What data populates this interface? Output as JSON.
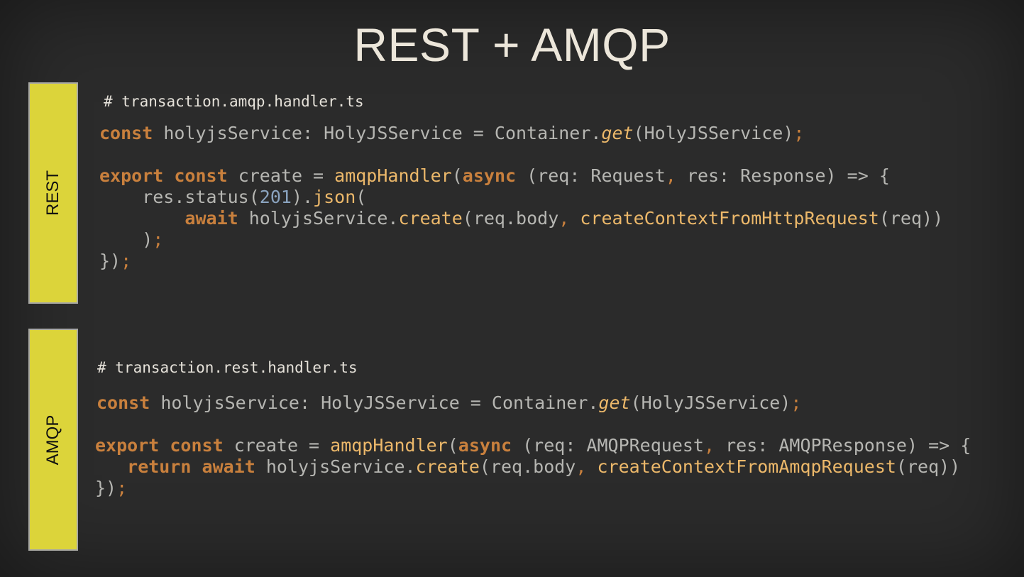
{
  "slide": {
    "title": "REST + AMQP",
    "colors": {
      "background": "#2b2b2b",
      "label_fill": "#dcd43a",
      "keyword": "#c9803d",
      "function": "#ecb86a",
      "number": "#8aa3bf",
      "plain": "#b6b6b2"
    }
  },
  "rest": {
    "side_label": "REST",
    "filename": "# transaction.amqp.handler.ts",
    "lines": [
      [
        {
          "t": "const",
          "c": "kw"
        },
        {
          "t": " holyjsService: HolyJSService = Container.",
          "c": "tx"
        },
        {
          "t": "get",
          "c": "it"
        },
        {
          "t": "(HolyJSService)",
          "c": "tx"
        },
        {
          "t": ";",
          "c": "p"
        }
      ],
      [],
      [
        {
          "t": "export",
          "c": "kw"
        },
        {
          "t": " ",
          "c": "tx"
        },
        {
          "t": "const",
          "c": "kw"
        },
        {
          "t": " create = ",
          "c": "tx"
        },
        {
          "t": "amqpHandler",
          "c": "fn"
        },
        {
          "t": "(",
          "c": "tx"
        },
        {
          "t": "async",
          "c": "kw"
        },
        {
          "t": " (req: Request",
          "c": "tx"
        },
        {
          "t": ",",
          "c": "p"
        },
        {
          "t": " res: Response) => {",
          "c": "tx"
        }
      ],
      [
        {
          "t": "    res.status(",
          "c": "tx"
        },
        {
          "t": "201",
          "c": "num"
        },
        {
          "t": ").",
          "c": "tx"
        },
        {
          "t": "json",
          "c": "fn"
        },
        {
          "t": "(",
          "c": "tx"
        }
      ],
      [
        {
          "t": "        ",
          "c": "tx"
        },
        {
          "t": "await",
          "c": "kw"
        },
        {
          "t": " holyjsService.",
          "c": "tx"
        },
        {
          "t": "create",
          "c": "fn"
        },
        {
          "t": "(req.body",
          "c": "tx"
        },
        {
          "t": ",",
          "c": "p"
        },
        {
          "t": " ",
          "c": "tx"
        },
        {
          "t": "createContextFromHttpRequest",
          "c": "fn"
        },
        {
          "t": "(req))",
          "c": "tx"
        }
      ],
      [
        {
          "t": "    )",
          "c": "tx"
        },
        {
          "t": ";",
          "c": "p"
        }
      ],
      [
        {
          "t": "})",
          "c": "tx"
        },
        {
          "t": ";",
          "c": "p"
        }
      ]
    ]
  },
  "amqp": {
    "side_label": "AMQP",
    "filename": "# transaction.rest.handler.ts",
    "lines": [
      [
        {
          "t": "const",
          "c": "kw"
        },
        {
          "t": " holyjsService: HolyJSService = Container.",
          "c": "tx"
        },
        {
          "t": "get",
          "c": "it"
        },
        {
          "t": "(HolyJSService)",
          "c": "tx"
        },
        {
          "t": ";",
          "c": "p"
        }
      ],
      [],
      [
        {
          "t": "export",
          "c": "kw"
        },
        {
          "t": " ",
          "c": "tx"
        },
        {
          "t": "const",
          "c": "kw"
        },
        {
          "t": " create = ",
          "c": "tx"
        },
        {
          "t": "amqpHandler",
          "c": "fn"
        },
        {
          "t": "(",
          "c": "tx"
        },
        {
          "t": "async",
          "c": "kw"
        },
        {
          "t": " (req: AMQPRequest",
          "c": "tx"
        },
        {
          "t": ",",
          "c": "p"
        },
        {
          "t": " res: AMQPResponse) => {",
          "c": "tx"
        }
      ],
      [
        {
          "t": "   ",
          "c": "tx"
        },
        {
          "t": "return",
          "c": "kw"
        },
        {
          "t": " ",
          "c": "tx"
        },
        {
          "t": "await",
          "c": "kw"
        },
        {
          "t": " holyjsService.",
          "c": "tx"
        },
        {
          "t": "create",
          "c": "fn"
        },
        {
          "t": "(req.body",
          "c": "tx"
        },
        {
          "t": ",",
          "c": "p"
        },
        {
          "t": " ",
          "c": "tx"
        },
        {
          "t": "createContextFromAmqpRequest",
          "c": "fn"
        },
        {
          "t": "(req))",
          "c": "tx"
        }
      ],
      [
        {
          "t": "})",
          "c": "tx"
        },
        {
          "t": ";",
          "c": "p"
        }
      ]
    ]
  }
}
